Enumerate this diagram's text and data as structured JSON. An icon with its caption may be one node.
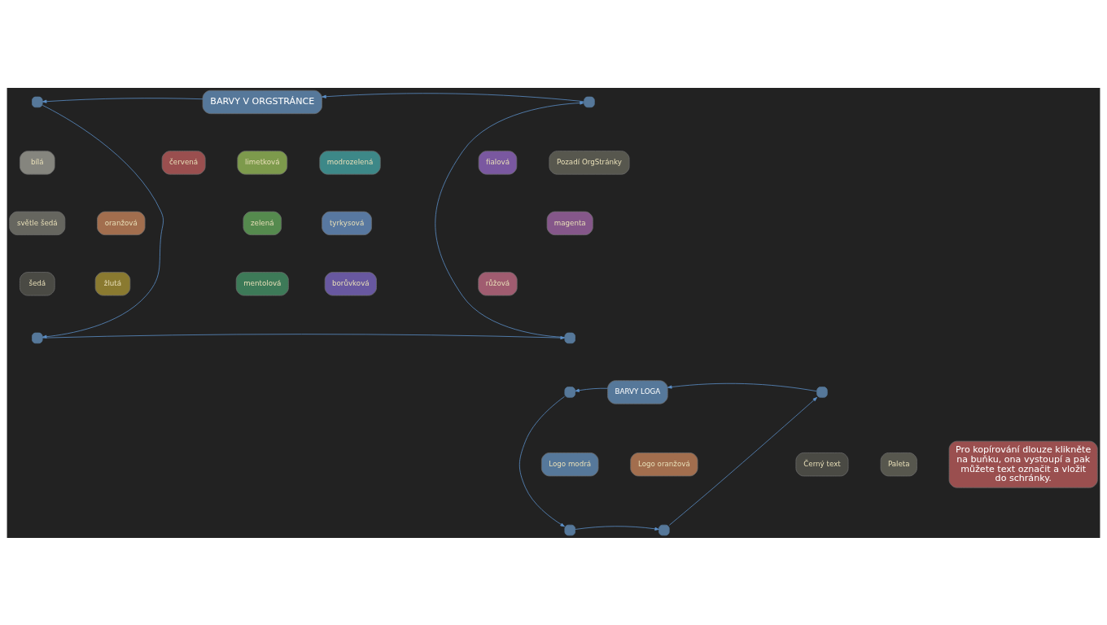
{
  "diagram": {
    "nodes": [
      {
        "text": [
          "BARVY V ORGSTRÁNCE"
        ]
      },
      {
        "text": [],
        "shape": "box"
      },
      {
        "text": [],
        "shape": "box"
      },
      {
        "text": [],
        "shape": "box"
      },
      {
        "text": [],
        "shape": "box"
      },
      {
        "text": [
          "bílá"
        ]
      },
      {
        "text": [
          "červená"
        ]
      },
      {
        "text": [
          "limetková"
        ]
      },
      {
        "text": [
          "modrozelená"
        ]
      },
      {
        "text": [
          "fialová"
        ]
      },
      {
        "text": [
          "Pozadí OrgStránky"
        ]
      },
      {
        "text": [
          "světle šedá"
        ]
      },
      {
        "text": [
          "oranžová"
        ]
      },
      {
        "text": [
          "zelená"
        ]
      },
      {
        "text": [
          "tyrkysová"
        ]
      },
      {
        "text": [
          "magenta"
        ]
      },
      {
        "text": [
          "šedá"
        ]
      },
      {
        "text": [
          "žlutá"
        ]
      },
      {
        "text": [
          "mentolová"
        ]
      },
      {
        "text": [
          "borůvková"
        ]
      },
      {
        "text": [
          "růžová"
        ]
      },
      {
        "text": [
          "BARVY LOGA"
        ]
      },
      {
        "text": [],
        "shape": "box"
      },
      {
        "text": [],
        "shape": "box"
      },
      {
        "text": [],
        "shape": "box"
      },
      {
        "text": [],
        "shape": "box"
      },
      {
        "text": [
          "Logo modrá"
        ]
      },
      {
        "text": [
          "Logo oranžová"
        ]
      },
      {
        "text": [
          "Černý text"
        ]
      },
      {
        "text": [
          "Paleta"
        ]
      },
      {
        "text": [
          "Pro kopírování dlouze klikněte na buňku, ona vystoupí a pak můžete text označit a vložit do schránky."
        ]
      }
    ],
    "edges": [
      {
        "from": 2,
        "to": 0,
        "arrow": "to"
      },
      {
        "from": 0,
        "to": 1,
        "arrow": "to"
      },
      {
        "from": 1,
        "to": 3,
        "arrow": "to"
      },
      {
        "from": 3,
        "to": 4,
        "arrow": "to"
      },
      {
        "from": 4,
        "to": 2,
        "arrow": "to"
      },
      {
        "from": 23,
        "to": 21,
        "arrow": "to"
      },
      {
        "from": 21,
        "to": 22,
        "arrow": "to"
      },
      {
        "from": 22,
        "to": 24,
        "arrow": "to"
      },
      {
        "from": 24,
        "to": 25,
        "arrow": "to"
      },
      {
        "from": 25,
        "to": 23,
        "arrow": "to"
      }
    ]
  }
}
